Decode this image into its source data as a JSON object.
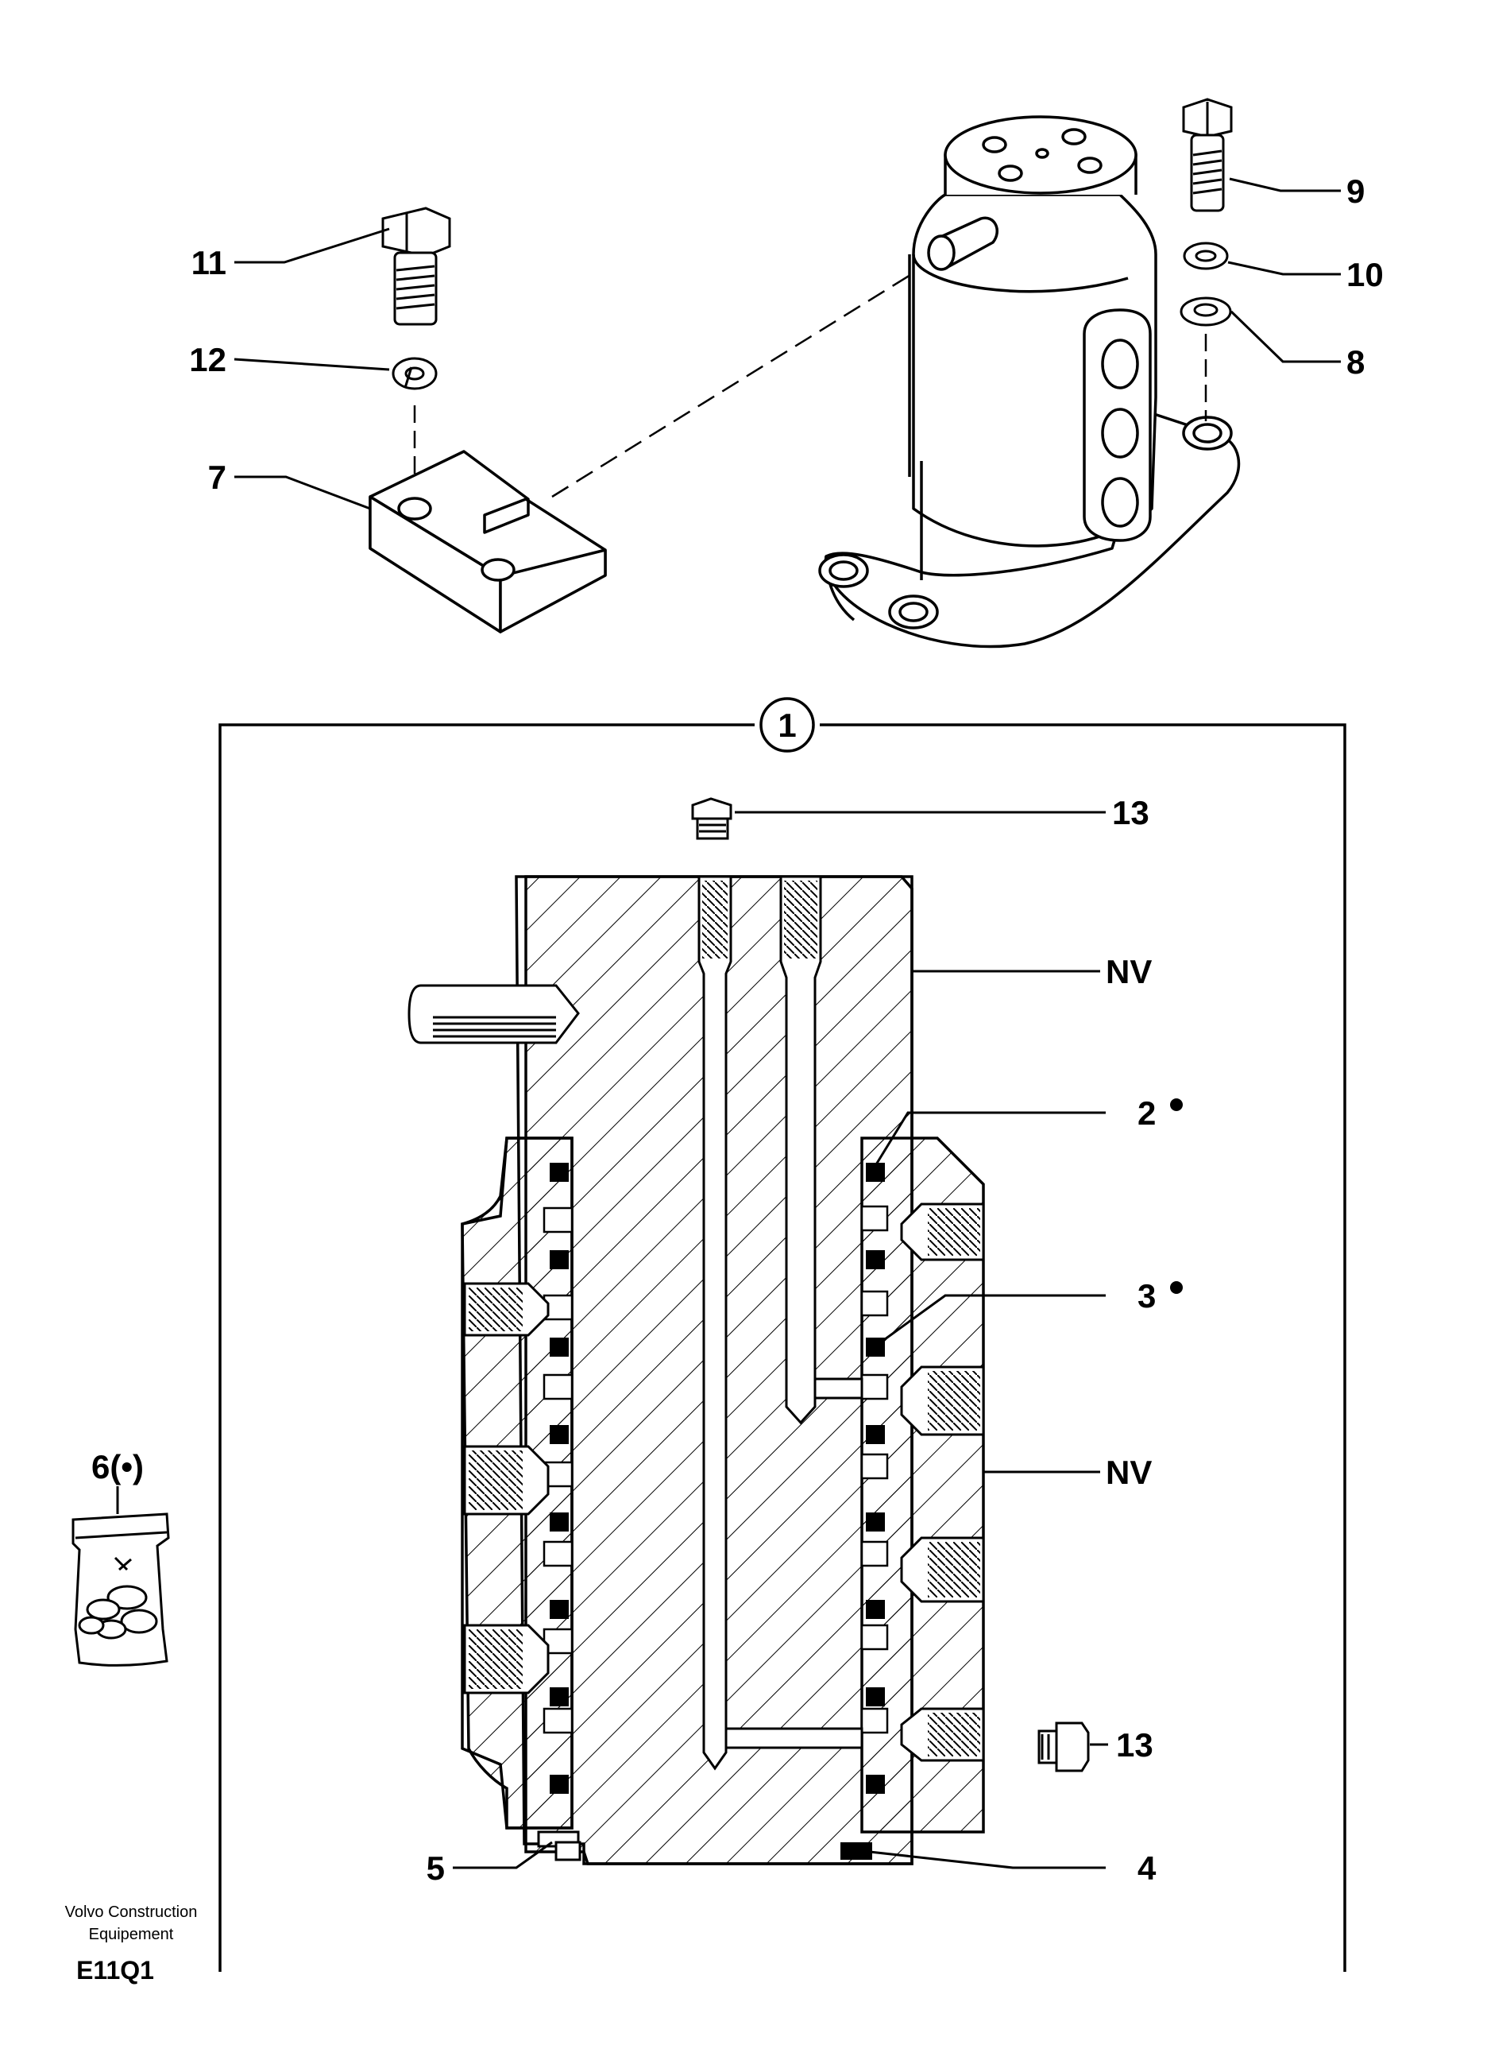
{
  "callouts": {
    "c1": "1",
    "c2": "2",
    "c3": "3",
    "c4": "4",
    "c5": "5",
    "c6": "6(•)",
    "c7": "7",
    "c8": "8",
    "c9": "9",
    "c10": "10",
    "c11": "11",
    "c12": "12",
    "c13a": "13",
    "c13b": "13",
    "nv1": "NV",
    "nv2": "NV"
  },
  "footer": {
    "line1": "Volvo Construction",
    "line2": "Equipement",
    "code": "E11Q1"
  }
}
